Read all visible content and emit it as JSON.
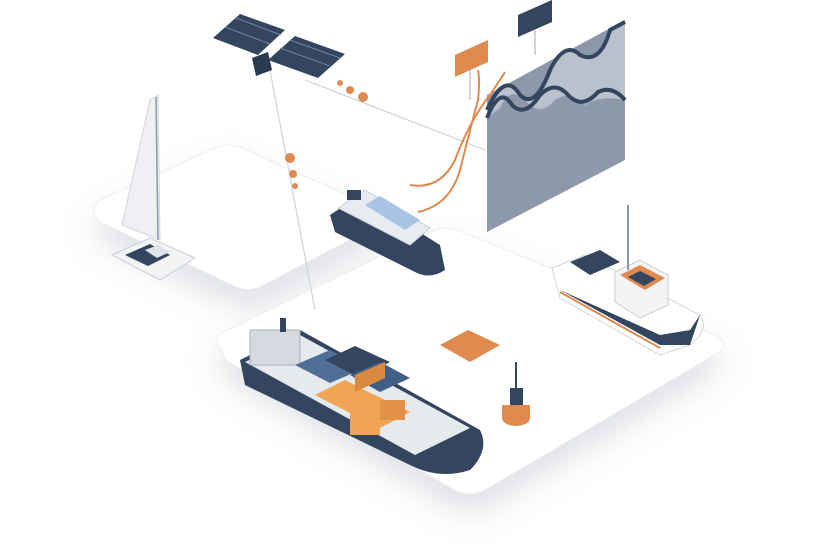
{
  "illustration": {
    "subject": "maritime-connectivity",
    "elements": [
      "satellite",
      "sailboat",
      "cruise-ship",
      "container-ship",
      "fishing-vessel",
      "buoy",
      "data-chart"
    ]
  },
  "colors": {
    "navy": "#34465f",
    "slate": "#8d98ab",
    "light_slate": "#b9c1cd",
    "orange": "#e08a4f",
    "platform": "#ffffff",
    "platform_edge": "#e6e8ec",
    "line": "#c9ced6"
  }
}
